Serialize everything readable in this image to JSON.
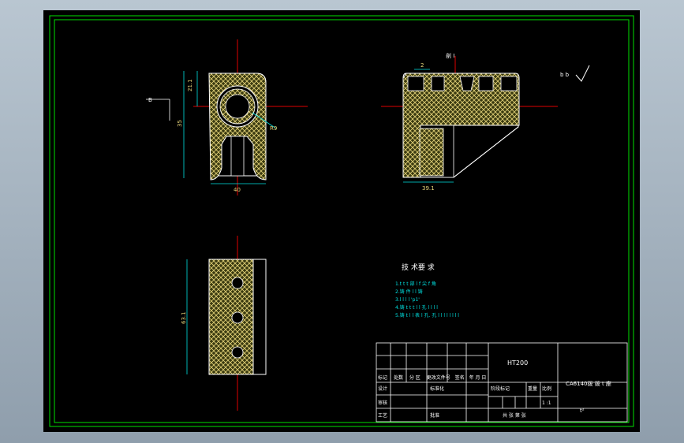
{
  "drawing": {
    "material": "HT200",
    "part_name": "CA6140拨 拨 t 座",
    "sheet_label": "t²",
    "scale": "1  :1",
    "section_label": "剖 I",
    "surface_note": "b b",
    "view_arrow": "B",
    "tech_requirements": {
      "heading": "技 术要 求",
      "items": [
        "1.t t t 部 l f 尖 f 角",
        "2.铸 件 l  l 铸",
        "3.l l l  l 'p1'",
        "4.铸 t  t  t  l l 孔 l  l l  l",
        "5.铸 t l  l 表 l 孔. 孔 l l l l l l l l"
      ]
    },
    "dimensions": {
      "front_top": "21.1",
      "front_height": "35",
      "front_width": "40",
      "front_radius": "R9",
      "side_width": "39.1",
      "side_top_gap": "2",
      "bottom_length": "63.1"
    },
    "title_block": {
      "row_labels": [
        "标记",
        "处数",
        "分 区",
        "更改文件号",
        "签名",
        "年 月 日"
      ],
      "design": "设计",
      "standard": "标准化",
      "review": "审核",
      "process": "工艺",
      "approve": "批准",
      "stage": "阶段标记",
      "weight": "重量",
      "ratio": "比例",
      "sheets": "共  张  第  张"
    }
  }
}
